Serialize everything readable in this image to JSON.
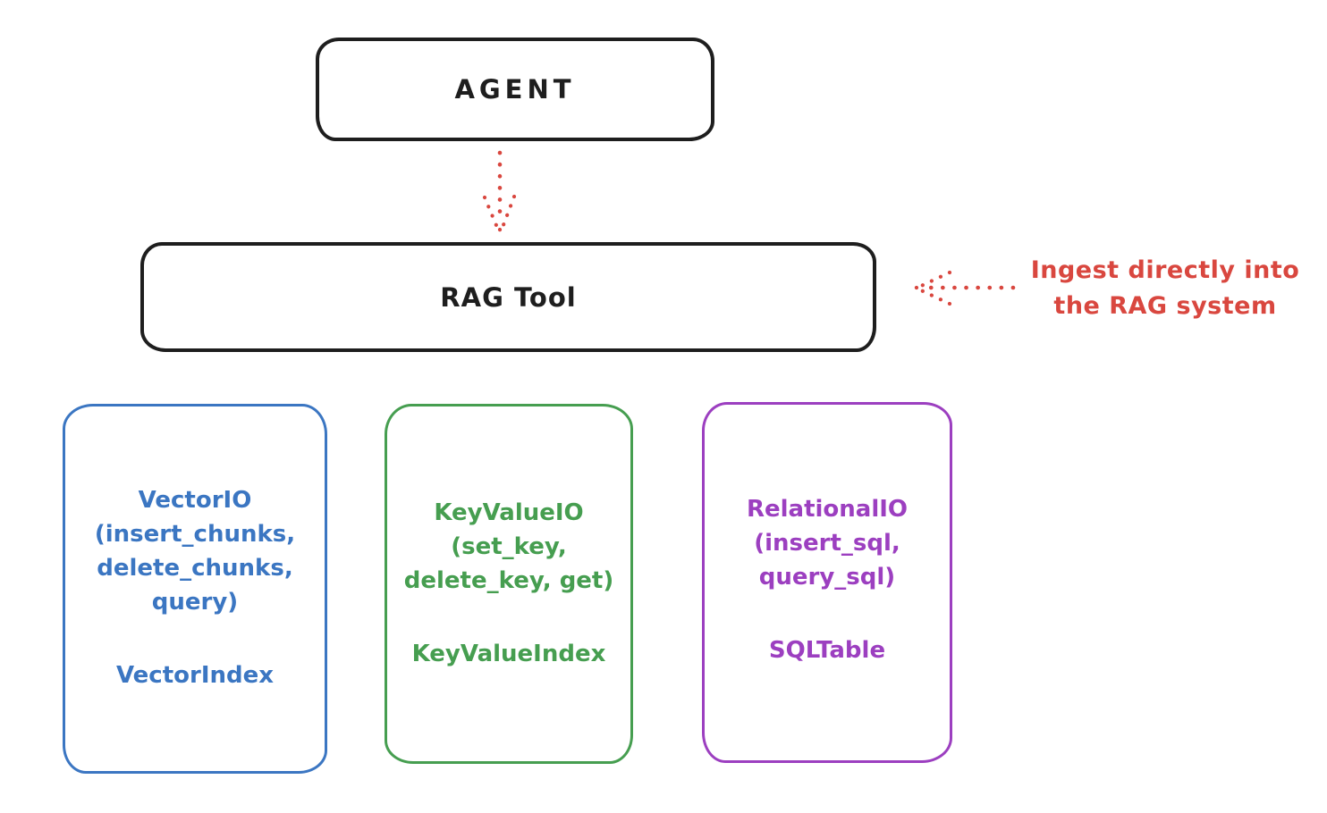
{
  "colors": {
    "ink": "#1e1e1e",
    "red": "#d9473f",
    "blue": "#3b76c2",
    "green": "#469e50",
    "purple": "#9c3fc0"
  },
  "agent": {
    "label": "AGENT"
  },
  "rag_tool": {
    "label": "RAG Tool"
  },
  "annotation": {
    "line1": "Ingest directly into",
    "line2": "the RAG system"
  },
  "stores": [
    {
      "name": "vector-io",
      "lines": [
        "VectorIO",
        "(insert_chunks,",
        "delete_chunks,",
        "query)"
      ],
      "index_label": "VectorIndex"
    },
    {
      "name": "keyvalue-io",
      "lines": [
        "KeyValueIO",
        "(set_key,",
        "delete_key, get)"
      ],
      "index_label": "KeyValueIndex"
    },
    {
      "name": "relational-io",
      "lines": [
        "RelationalIO",
        "(insert_sql,",
        "query_sql)"
      ],
      "index_label": "SQLTable"
    }
  ],
  "icons": {
    "agent_to_rag": "dotted-arrow-down",
    "ingest_pointer": "dotted-arrow-left"
  }
}
